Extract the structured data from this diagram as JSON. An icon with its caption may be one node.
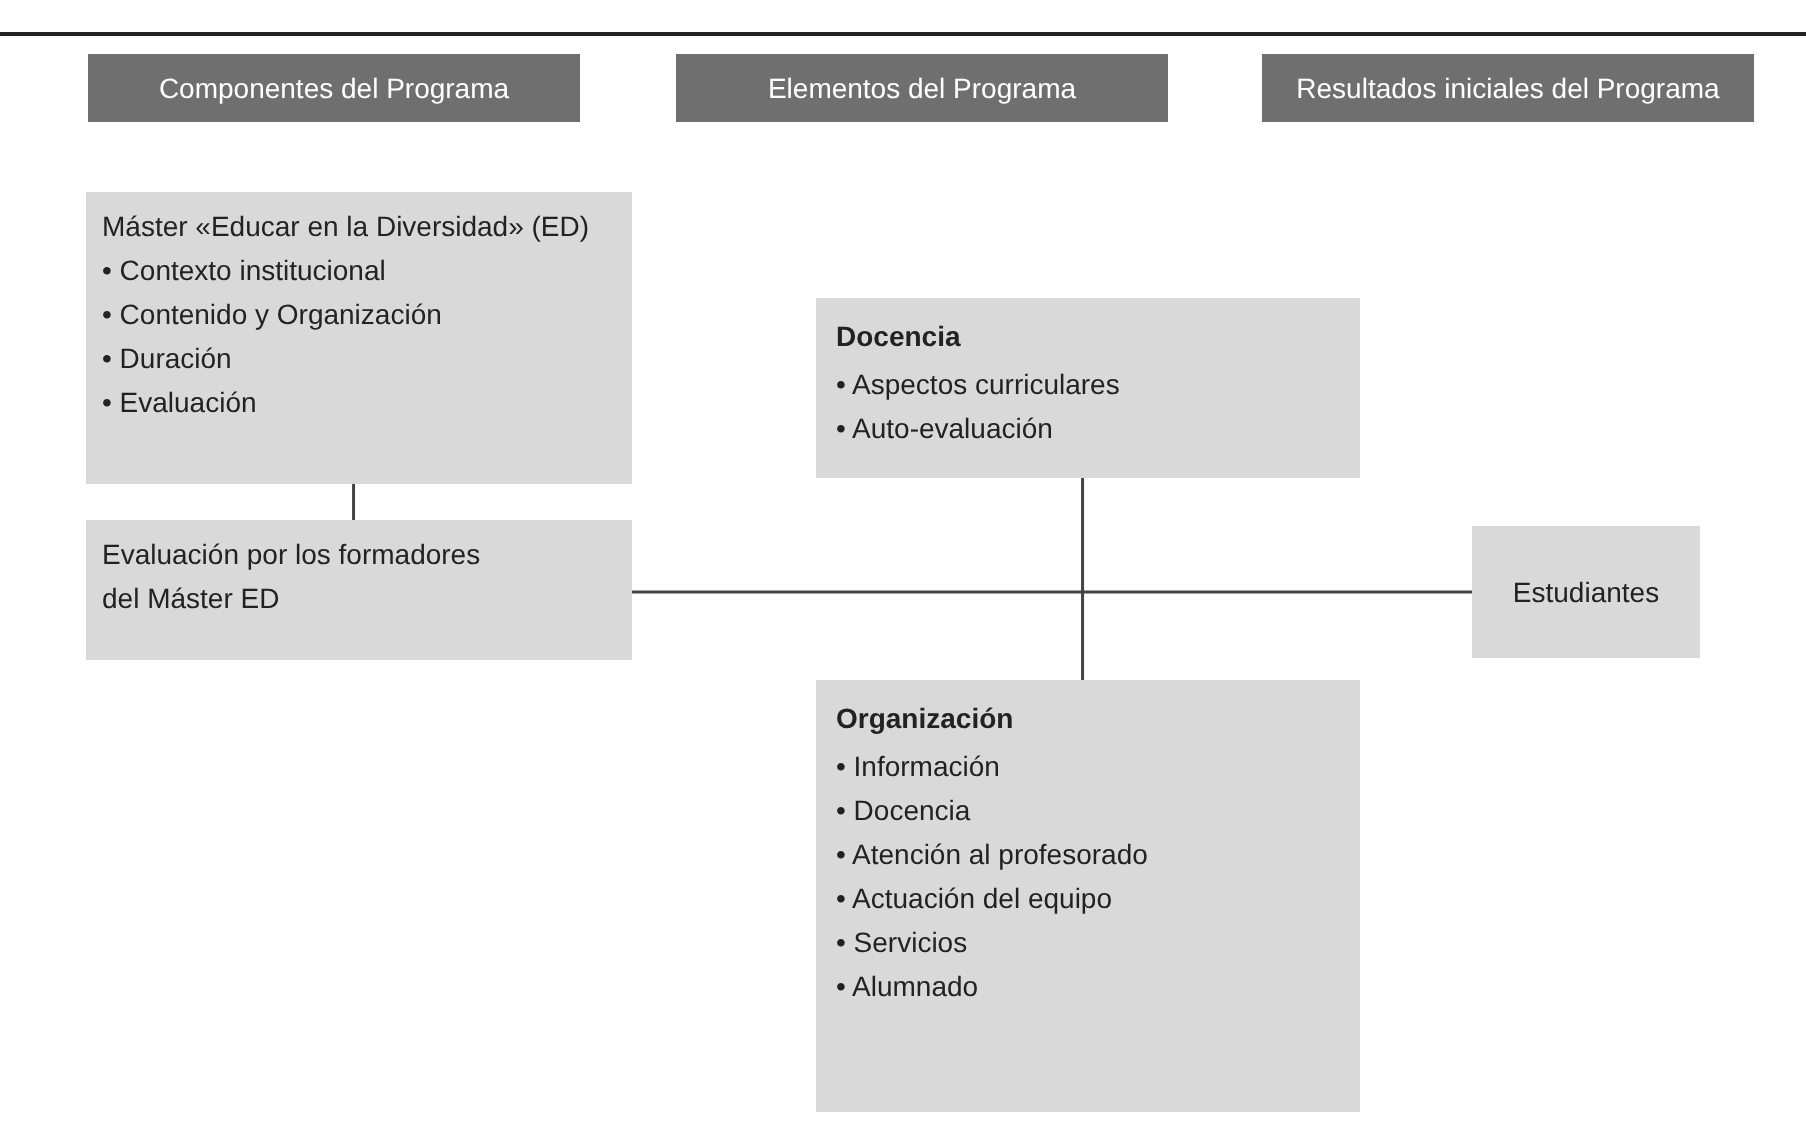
{
  "diagram": {
    "nodes": [
      {
        "text": [
          "Componentes del Programa"
        ]
      },
      {
        "text": [
          "Elementos del Programa"
        ]
      },
      {
        "text": [
          "Resultados iniciales del Programa"
        ]
      },
      {
        "text": [
          "Máster «Educar en la Diversidad» (ED)",
          "• Contexto institucional",
          "• Contenido y Organización",
          "• Duración",
          "• Evaluación"
        ]
      },
      {
        "text": [
          "Docencia",
          "• Aspectos curriculares",
          "• Auto-evaluación"
        ]
      },
      {
        "text": [
          "Evaluación por los formadores del Máster ED"
        ]
      },
      {
        "text": [
          "Estudiantes"
        ]
      },
      {
        "text": [
          "Organización",
          "• Información",
          "• Docencia",
          "• Atención al profesorado",
          "• Actuación del equipo",
          "• Servicios",
          "• Alumnado"
        ]
      }
    ],
    "edges": [
      {
        "from": 3,
        "to": 5,
        "arrow": "none"
      },
      {
        "from": 5,
        "to": 6,
        "arrow": "none"
      },
      {
        "from": 4,
        "to": 7,
        "arrow": "none"
      }
    ]
  }
}
